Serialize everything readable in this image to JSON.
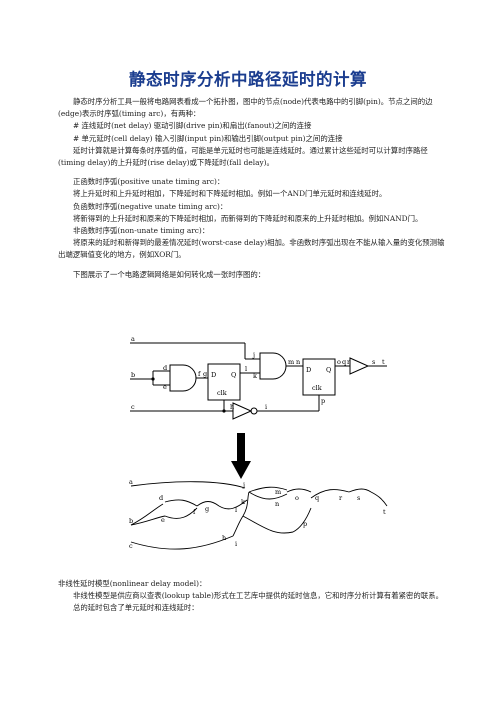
{
  "doc": {
    "title": "静态时序分析中路径延时的计算",
    "intro": {
      "p1": "静态时序分析工具一般将电路网表看成一个拓扑图，图中的节点(node)代表电路中的引脚(pin)。节点之间的边(edge)表示时序弧(timing arc)，有两种：",
      "b1": "# 连线延时(net delay)    驱动引脚(drive pin)和扇出(fanout)之间的连接",
      "b2": "# 单元延时(cell delay)    输入引脚(input pin)和输出引脚(output pin)之间的连接",
      "p2": "延时计算就是计算每条时序弧的值，可能是单元延时也可能是连线延时。通过累计这些延时可以计算时序路径(timing delay)的上升延时(rise delay)或下降延时(fall delay)。"
    },
    "unate": {
      "pos_title": "正函数时序弧(positive unate timing arc)：",
      "pos_text": "将上升延时和上升延时相加，下降延时和下降延时相加。例如一个AND门单元延时和连线延时。",
      "neg_title": "负函数时序弧(negative unate timing arc)：",
      "neg_text": "将新得到的上升延时和原来的下降延时相加，而新得到的下降延时和原来的上升延时相加。例如NAND门。",
      "non_title": "非函数时序弧(non-unate timing arc)：",
      "non_text": "将原来的延时和新得到的最差情况延时(worst-case delay)相加。非函数时序弧出现在不能从输入量的变化预测输出端逻辑值变化的地方，例如XOR门。"
    },
    "figure_caption": "下图展示了一个电路逻辑网络是如何转化成一张时序图的：",
    "circuit": {
      "labels": [
        "a",
        "b",
        "c",
        "d",
        "e",
        "f",
        "g",
        "h",
        "i",
        "j",
        "k",
        "l",
        "m",
        "n",
        "o",
        "p",
        "q",
        "r",
        "s",
        "t"
      ],
      "dff": {
        "d": "D",
        "q": "Q",
        "clk": "clk"
      }
    },
    "nonlinear": {
      "title": "非线性延时模型(nonlinear delay model)：",
      "text": "非线性模型是供应商以查表(lookup table)形式在工艺库中提供的延时信息，它和时序分析计算有着紧密的联系。",
      "total": "总的延时包含了单元延时和连线延时："
    }
  }
}
